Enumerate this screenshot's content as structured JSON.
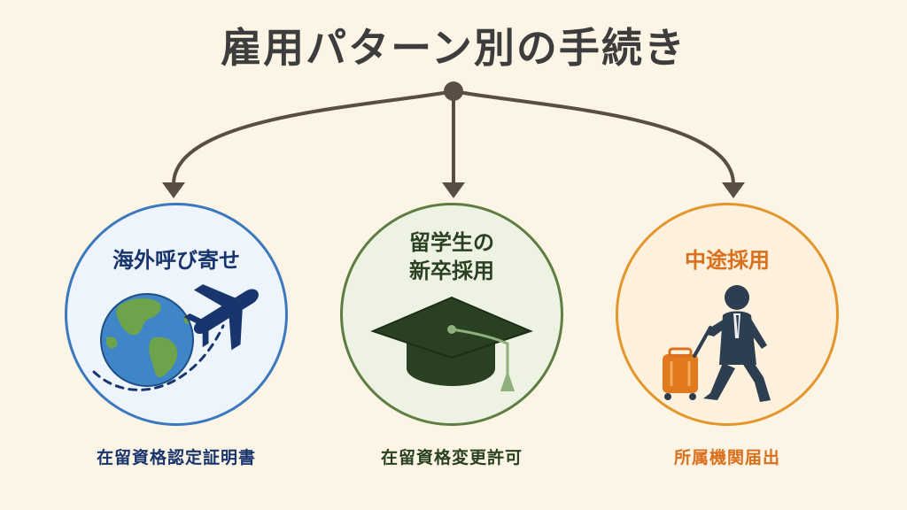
{
  "title": "雇用パターン別の手続き",
  "patterns": [
    {
      "name": "海外呼び寄せ",
      "procedure": "在留資格認定証明書",
      "icon": "globe-airplane-icon",
      "color": "#3c78bd"
    },
    {
      "name_lines": [
        "留学生の",
        "新卒採用"
      ],
      "procedure": "在留資格変更許可",
      "icon": "graduation-cap-icon",
      "color": "#5d7d43"
    },
    {
      "name": "中途採用",
      "procedure": "所属機関届出",
      "icon": "businessman-suitcase-icon",
      "color": "#e3962b"
    }
  ],
  "colors": {
    "background": "#fcf4e4",
    "connector": "#5a4e44"
  }
}
